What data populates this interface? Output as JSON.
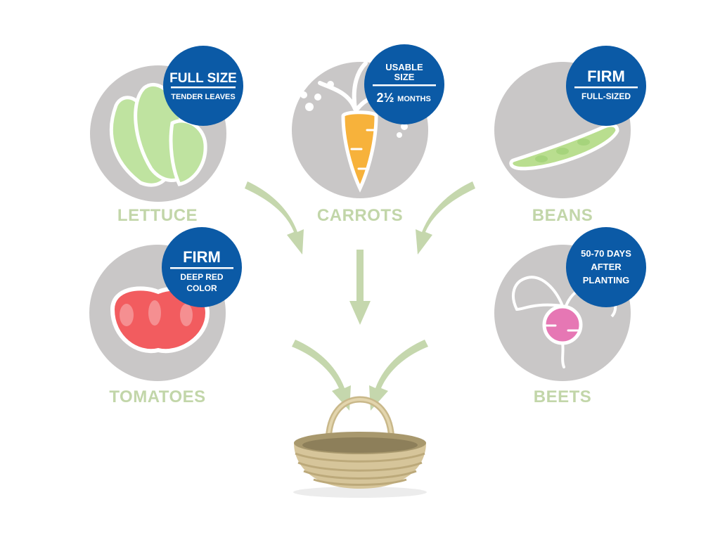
{
  "colors": {
    "circle_gray": "#c9c7c7",
    "badge_blue": "#0b5aa6",
    "label_green": "#c2d6a9",
    "arrow_green": "#c5d7ad",
    "lettuce": "#bfe3a0",
    "carrot": "#f7b23b",
    "bean": "#b9de8f",
    "tomato": "#f25c5f",
    "beet": "#e677b4",
    "basket": "#d6c59a"
  },
  "vegetables": {
    "lettuce": {
      "label": "LETTUCE",
      "icon": "lettuce-icon",
      "badge": {
        "big": "FULL SIZE",
        "small": "TENDER LEAVES"
      }
    },
    "carrots": {
      "label": "CARROTS",
      "icon": "carrot-icon",
      "badge": {
        "top1": "USABLE",
        "top2": "SIZE",
        "num": "2½",
        "small": "MONTHS"
      }
    },
    "beans": {
      "label": "BEANS",
      "icon": "bean-icon",
      "badge": {
        "big": "FIRM",
        "small": "FULL-SIZED"
      }
    },
    "tomatoes": {
      "label": "TOMATOES",
      "icon": "tomato-icon",
      "badge": {
        "big": "FIRM",
        "small1": "DEEP RED",
        "small2": "COLOR"
      }
    },
    "beets": {
      "label": "BEETS",
      "icon": "beet-icon",
      "badge": {
        "line1": "50-70 DAYS",
        "line2": "AFTER",
        "line3": "PLANTING"
      }
    }
  },
  "basket_icon": "basket-icon"
}
